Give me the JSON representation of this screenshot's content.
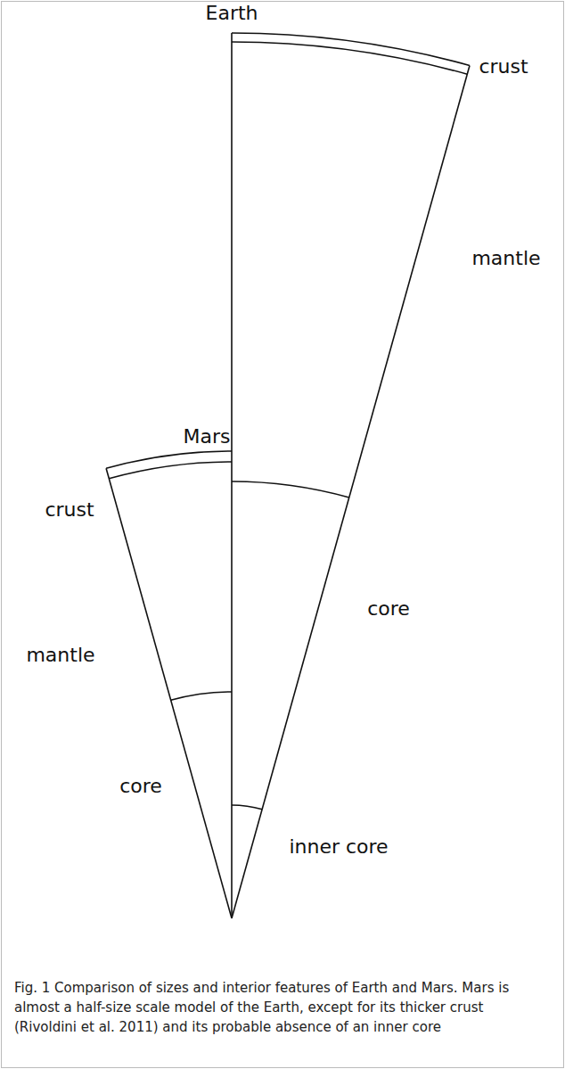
{
  "diagram": {
    "caption": "Fig. 1 Comparison of sizes and interior features of Earth and Mars. Mars is almost a half-size scale model of the Earth, except for its thicker crust (Rivoldini et al. 2011) and its probable absence of an inner core",
    "labels": [
      "Earth",
      "crust",
      "mantle",
      "Mars",
      "core",
      "inner core",
      "crust",
      "mantle",
      "core"
    ]
  }
}
